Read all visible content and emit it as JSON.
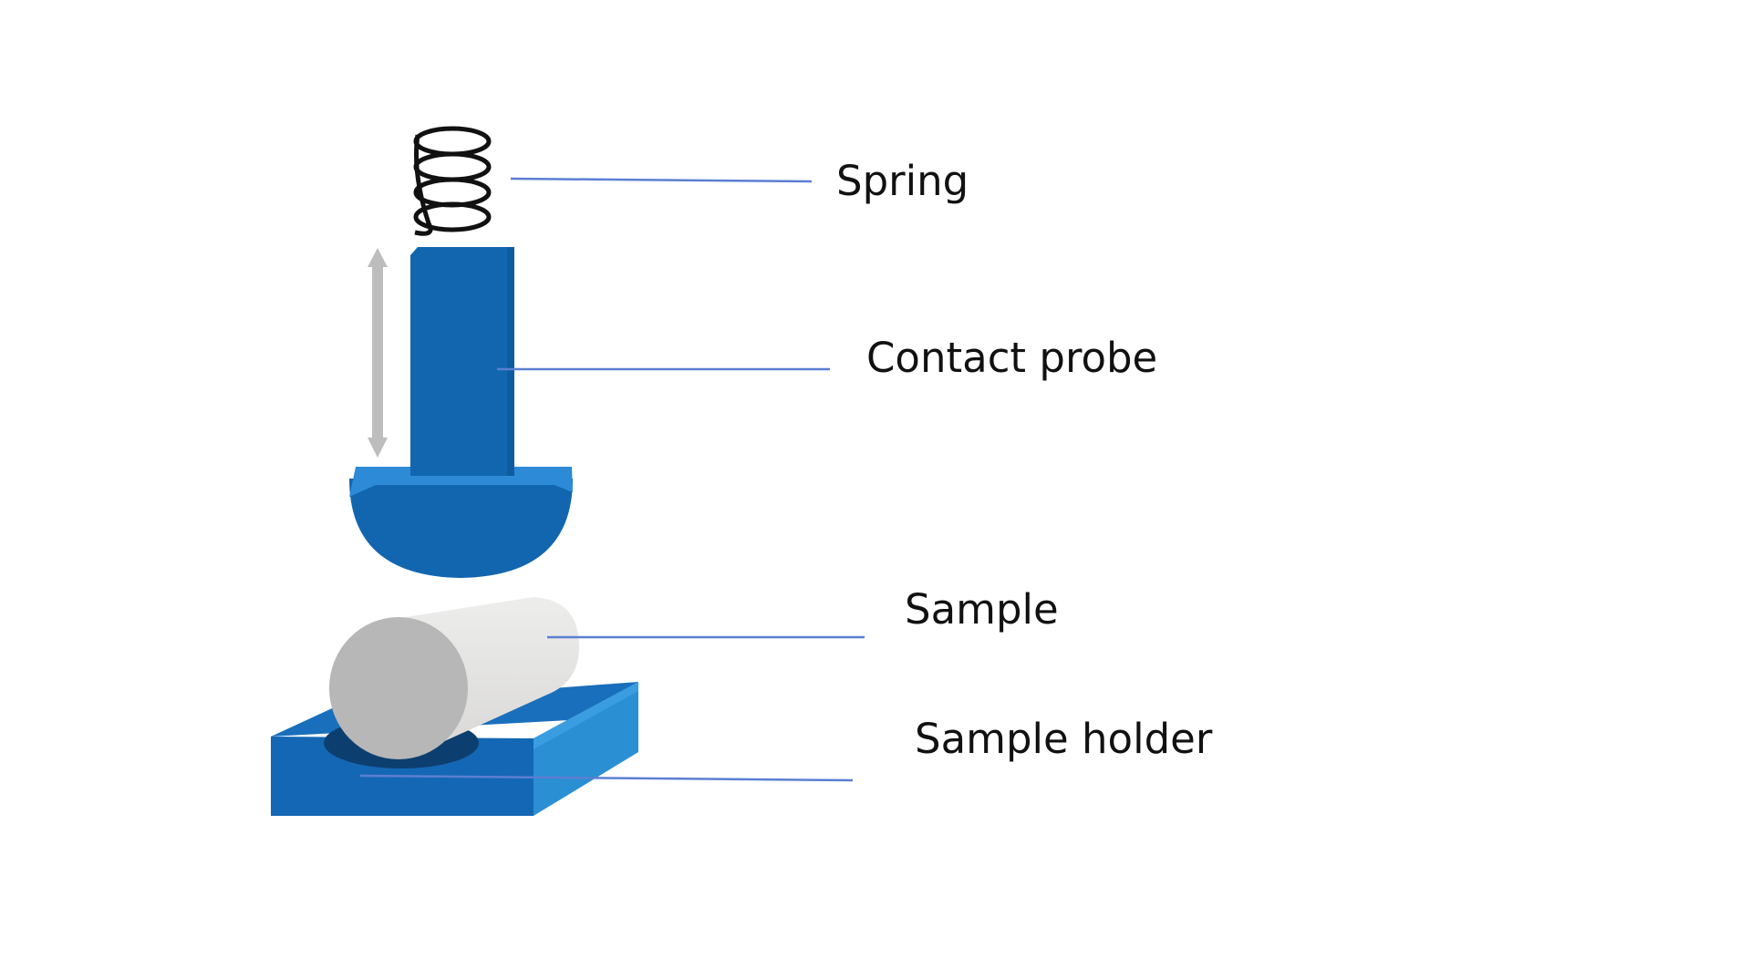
{
  "labels": {
    "spring": "Spring",
    "contact_probe": "Contact probe",
    "sample": "Sample",
    "sample_holder": "Sample holder"
  },
  "colors": {
    "probe_blue": "#1266b0",
    "probe_light_blue": "#2d8ad6",
    "holder_front": "#1467b4",
    "holder_side": "#2b8fd4",
    "sample_face": "#b7b7b7",
    "sample_body": "#e2e1e0",
    "leader_line": "#5b7fd1",
    "arrow_gray": "#bdbdbd",
    "spring_black": "#111111"
  }
}
